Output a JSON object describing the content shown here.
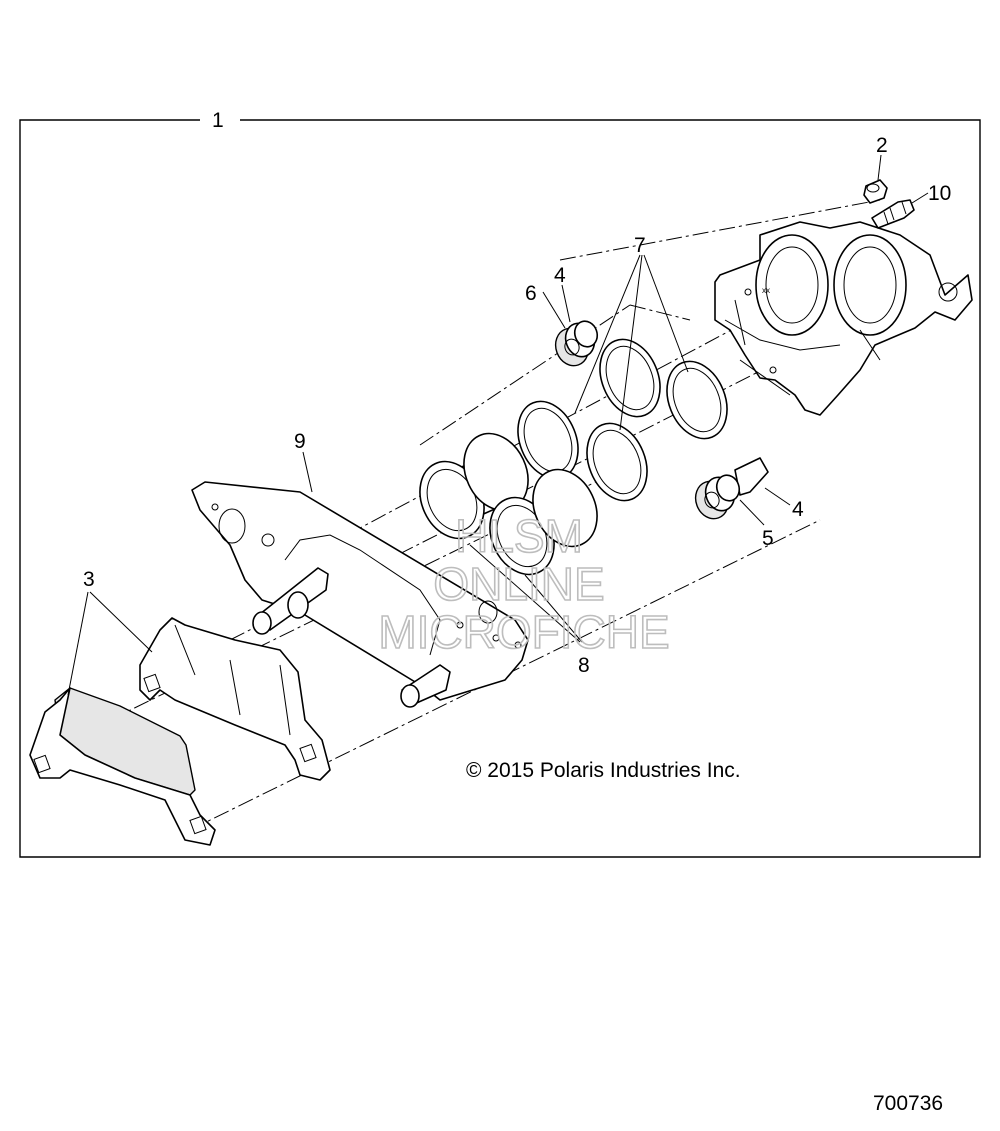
{
  "diagram": {
    "frame_label": "1",
    "copyright": "© 2015 Polaris Industries Inc.",
    "figure_number": "700736",
    "watermark": [
      "HLSM",
      "ONLINE",
      "MICROFICHE"
    ],
    "callouts": {
      "c2": "2",
      "c10": "10",
      "c7": "7",
      "c4a": "4",
      "c6": "6",
      "c9": "9",
      "c4b": "4",
      "c5": "5",
      "c3": "3",
      "c8": "8"
    }
  }
}
